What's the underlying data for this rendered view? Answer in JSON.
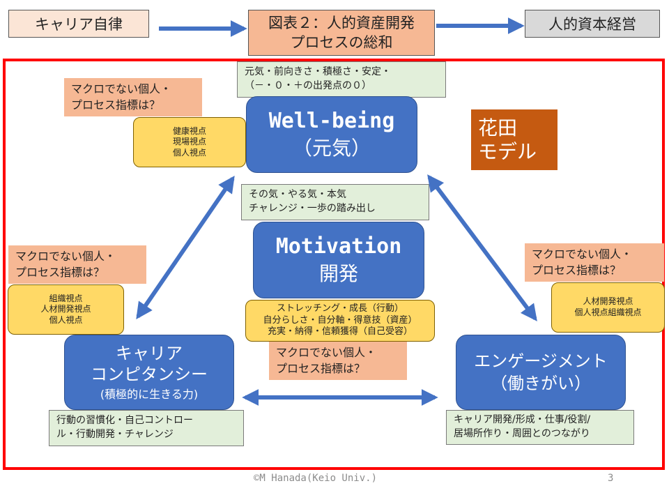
{
  "header": {
    "left": "キャリア自律",
    "center": "図表２：人的資産開発\nプロセスの総和",
    "right": "人的資本経営"
  },
  "top_note": "元気・前向きさ・積極さ・安定・\n（－・０・＋の出発点の０）",
  "macro_note": "マクロでない個人・\nプロセス指標は？",
  "wellbeing": {
    "title": "Well-being",
    "subtitle": "（元気）",
    "viewpoints": "健康視点\n現場視点\n個人視点"
  },
  "model_label": "花田\nモデル",
  "motivation_note": "その気・やる気・本気\nチャレンジ・一歩の踏み出し",
  "motivation": {
    "title": "Motivation",
    "subtitle": "開発",
    "items": "ストレッチング・成長（行動）\n自分らしさ・自分軸・得意技（資産）\n充実・納得・信頼獲得（自己受容）"
  },
  "career": {
    "title": "キャリア\nコンピタンシー",
    "subtitle": "(積極的に生きる力)",
    "viewpoints": "組織視点\n人材開発視点\n個人視点",
    "note": "行動の習慣化・自己コントロー\nル・行動開発・チャレンジ"
  },
  "engagement": {
    "title": "エンゲージメント\n（働きがい）",
    "viewpoints": "人材開発視点\n個人視点組織視点",
    "note": "キャリア開発/形成・仕事/役割/\n居場所作り・周囲とのつながり"
  },
  "footer": {
    "credit": "©M Hanada(Keio Univ.)",
    "page": "3"
  },
  "colors": {
    "blue": "#4472c4",
    "red": "#ff0000",
    "arrow": "#4472c4"
  }
}
